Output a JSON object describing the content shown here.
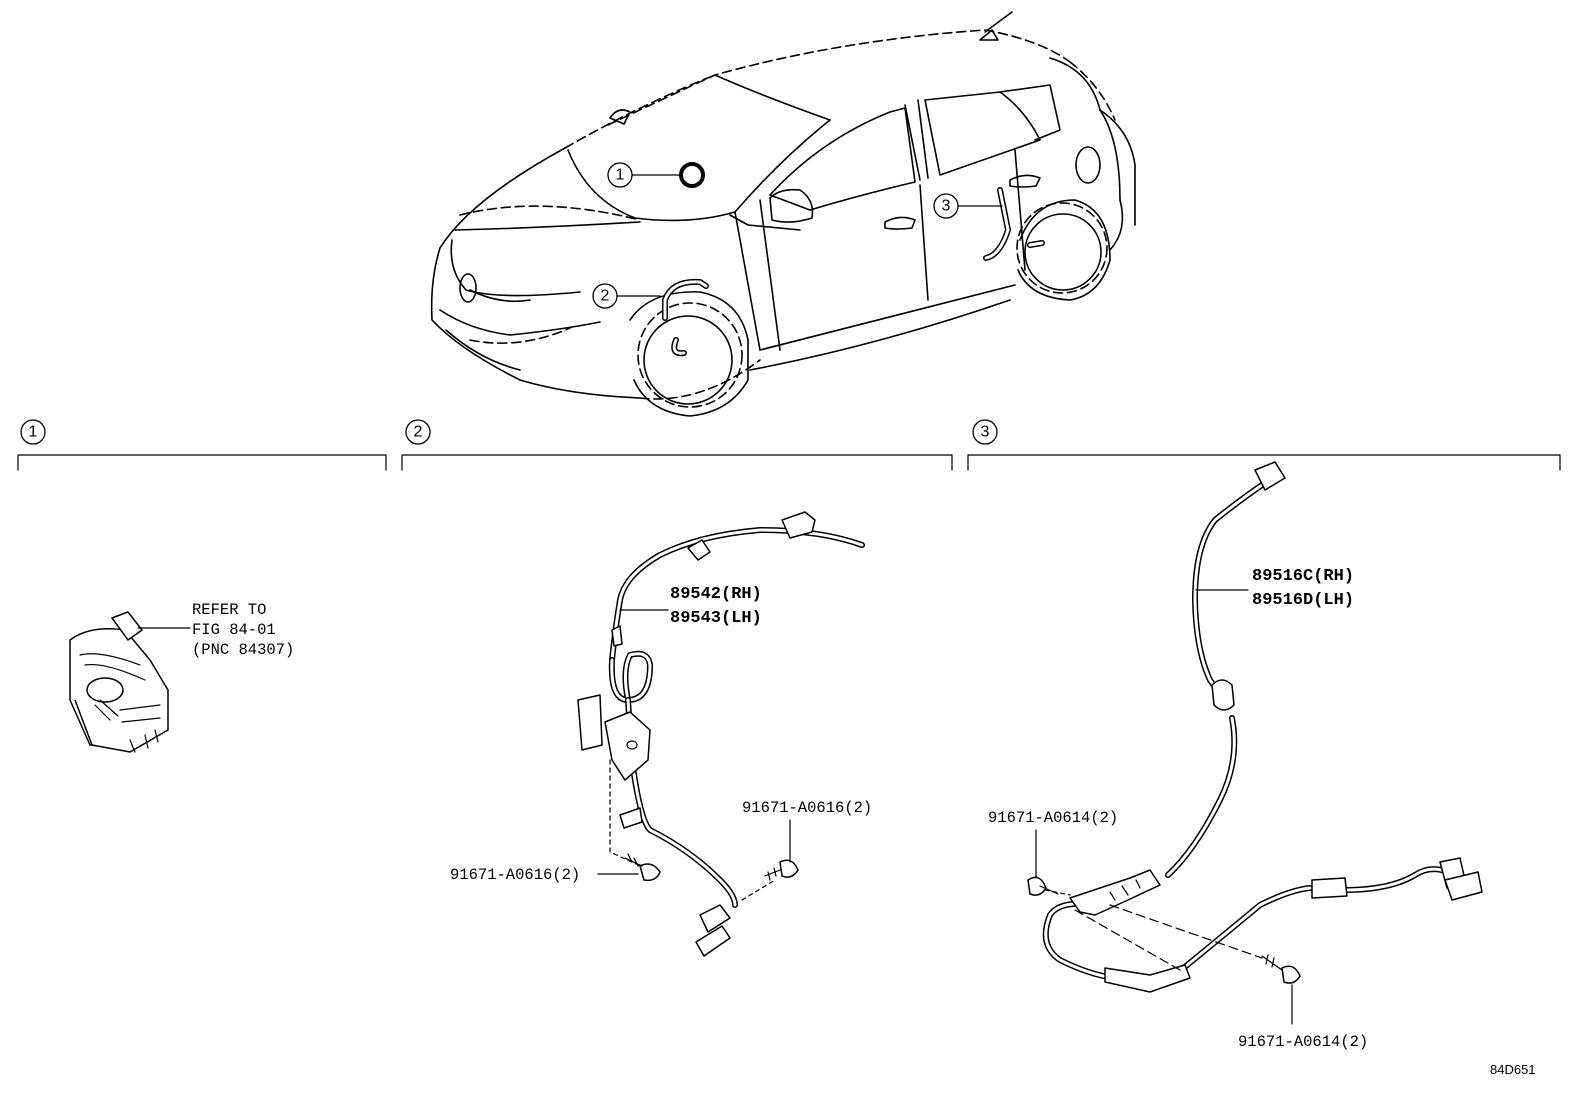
{
  "vehicle_callouts": [
    "1",
    "2",
    "3"
  ],
  "section_1": {
    "number": "1",
    "refer_line1": "REFER TO",
    "refer_line2": "FIG 84-01",
    "refer_line3": "(PNC 84307)"
  },
  "section_2": {
    "number": "2",
    "sensor_rh": "89542(RH)",
    "sensor_lh": "89543(LH)",
    "bolt_left": "91671-A0616(2)",
    "bolt_right": "91671-A0616(2)"
  },
  "section_3": {
    "number": "3",
    "sensor_rh": "89516C(RH)",
    "sensor_lh": "89516D(LH)",
    "bolt_upper": "91671-A0614(2)",
    "bolt_lower": "91671-A0614(2)"
  },
  "diagram_code": "84D651"
}
